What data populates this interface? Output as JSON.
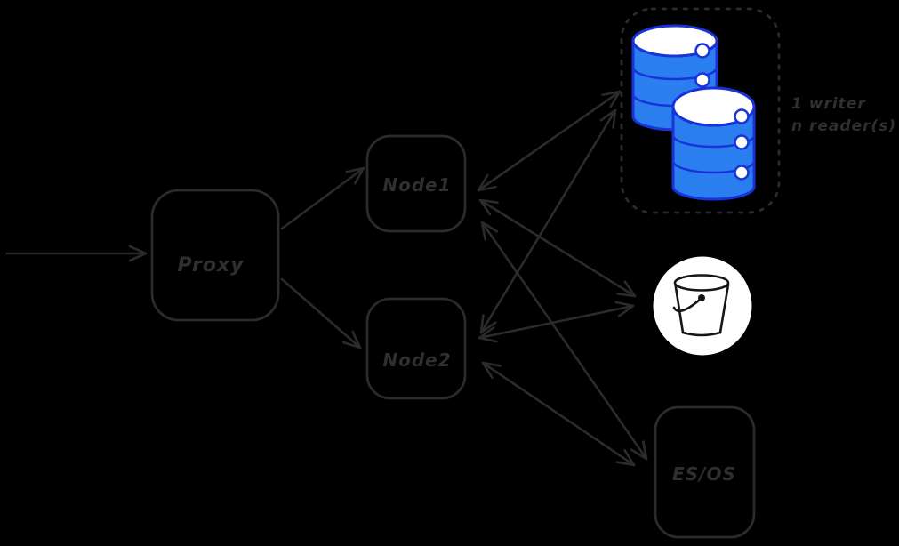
{
  "diagram": {
    "style": "hand-drawn-architecture",
    "nodes": {
      "proxy": {
        "label": "Proxy"
      },
      "node1": {
        "label": "Node1"
      },
      "node2": {
        "label": "Node2"
      },
      "esos": {
        "label": "ES/OS"
      },
      "database_cluster": {
        "icon": "database-cylinders-icon",
        "annotation": [
          "1 writer",
          "n reader(s)"
        ]
      },
      "bucket": {
        "icon": "bucket-icon"
      }
    },
    "edges": [
      {
        "from": "external",
        "to": "proxy",
        "arrows": "forward"
      },
      {
        "from": "proxy",
        "to": "node1",
        "arrows": "forward"
      },
      {
        "from": "proxy",
        "to": "node2",
        "arrows": "forward"
      },
      {
        "from": "node1",
        "to": "database_cluster",
        "arrows": "both"
      },
      {
        "from": "node1",
        "to": "bucket",
        "arrows": "both"
      },
      {
        "from": "node1",
        "to": "esos",
        "arrows": "both"
      },
      {
        "from": "node2",
        "to": "database_cluster",
        "arrows": "both"
      },
      {
        "from": "node2",
        "to": "bucket",
        "arrows": "both"
      },
      {
        "from": "node2",
        "to": "esos",
        "arrows": "both"
      }
    ],
    "colors": {
      "background": "#000000",
      "stroke": "#2b2b2b",
      "text": "#2f2f2f",
      "db_fill": "#2b7ef0",
      "db_stroke": "#1733d9",
      "icon_disc": "#ffffff",
      "bucket_stroke": "#161616"
    }
  }
}
